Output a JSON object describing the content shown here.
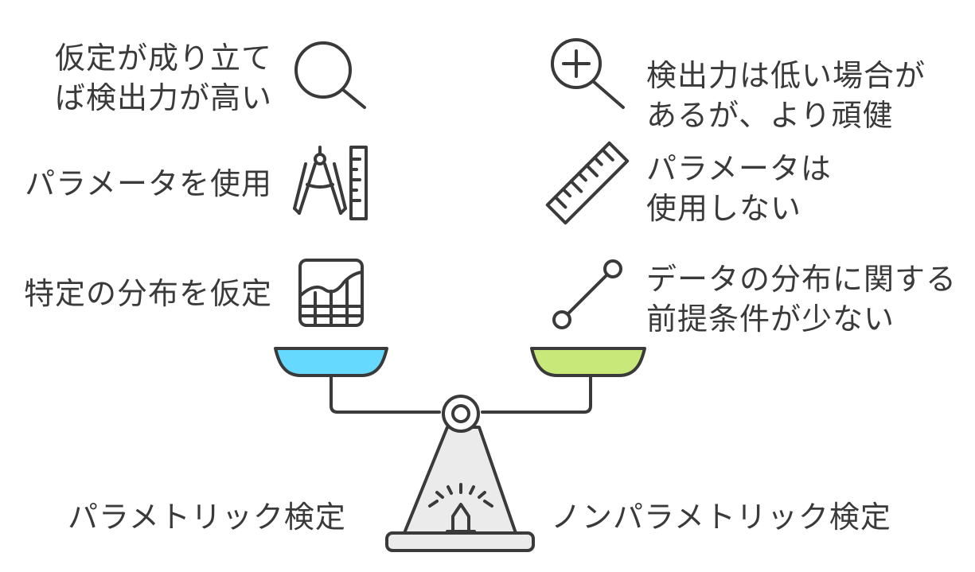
{
  "left_side": {
    "items": [
      {
        "text": "仮定が成り立て\nば検出力が高い",
        "icon": "magnifier-icon"
      },
      {
        "text": "パラメータを使用",
        "icon": "compass-ruler-icon"
      },
      {
        "text": "特定の分布を仮定",
        "icon": "chart-grid-icon"
      }
    ],
    "caption": "パラメトリック検定",
    "pan_color": "#66d9ff"
  },
  "right_side": {
    "items": [
      {
        "text": "検出力は低い場合が\nあるが、より頑健",
        "icon": "zoom-in-icon"
      },
      {
        "text": "パラメータは\n使用しない",
        "icon": "ruler-icon"
      },
      {
        "text": "データの分布に関する\n前提条件が少ない",
        "icon": "line-segment-icon"
      }
    ],
    "caption": "ノンパラメトリック検定",
    "pan_color": "#c8e87a"
  },
  "colors": {
    "stroke": "#3a3a3a",
    "stand_fill": "#ebebeb"
  }
}
